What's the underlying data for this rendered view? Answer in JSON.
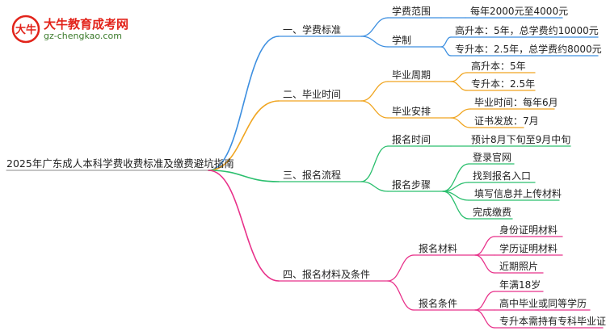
{
  "brand": {
    "logo_text": "大牛",
    "title": "大牛教育成考网",
    "url": "gz-chengkao.com"
  },
  "colors": {
    "blue": "#3d8fe0",
    "orange": "#f0a520",
    "green": "#2bbf6e",
    "pink": "#e8318a",
    "logo_red": "#e2231a",
    "logo_green": "#3a7a2a"
  },
  "mindmap": {
    "root": "2025年广东成人本科学费收费标准及缴费避坑指南",
    "branches": [
      {
        "label": "一、学费标准",
        "color": "blue",
        "children": [
          {
            "label": "学费范围",
            "items": [
              "每年2000元至4000元"
            ]
          },
          {
            "label": "学制",
            "items": [
              "高升本：5年，总学费约10000元",
              "专升本：2.5年，总学费约8000元"
            ]
          }
        ]
      },
      {
        "label": "二、毕业时间",
        "color": "orange",
        "children": [
          {
            "label": "毕业周期",
            "items": [
              "高升本：5年",
              "专升本：2.5年"
            ]
          },
          {
            "label": "毕业安排",
            "items": [
              "毕业时间：每年6月",
              "证书发放：7月"
            ]
          }
        ]
      },
      {
        "label": "三、报名流程",
        "color": "green",
        "children": [
          {
            "label": "报名时间",
            "items": [
              "预计8月下旬至9月中旬"
            ]
          },
          {
            "label": "报名步骤",
            "items": [
              "登录官网",
              "找到报名入口",
              "填写信息并上传材料",
              "完成缴费"
            ]
          }
        ]
      },
      {
        "label": "四、报名材料及条件",
        "color": "pink",
        "children": [
          {
            "label": "报名材料",
            "items": [
              "身份证明材料",
              "学历证明材料",
              "近期照片"
            ]
          },
          {
            "label": "报名条件",
            "items": [
              "年满18岁",
              "高中毕业或同等学历",
              "专升本需持有专科毕业证"
            ]
          }
        ]
      }
    ]
  }
}
